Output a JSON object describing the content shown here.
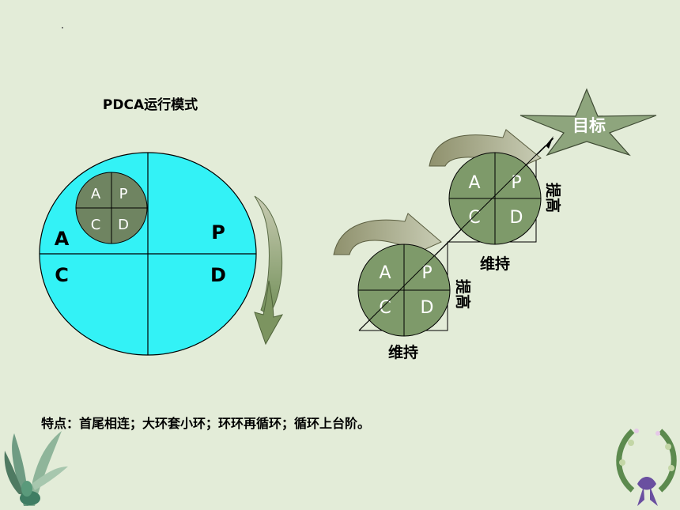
{
  "title": "PDCA运行模式",
  "big_cycle": {
    "letters": [
      "A",
      "P",
      "C",
      "D"
    ]
  },
  "small_cycle": {
    "letters": [
      "A",
      "P",
      "C",
      "D"
    ]
  },
  "stairs": {
    "lower_circle": [
      "A",
      "P",
      "C",
      "D"
    ],
    "upper_circle": [
      "A",
      "P",
      "C",
      "D"
    ],
    "maintain_label": "维持",
    "improve_label": "提高",
    "goal_label": "目标"
  },
  "features_text": "特点：首尾相连；大环套小环；环环再循环；循环上台阶。",
  "colors": {
    "background": "#e3ecd8",
    "big_circle": "#33f2f6",
    "small_circle": "#6f8461",
    "star": "#8ea57d",
    "curved_arrow": "#b4b99a",
    "dark_arrow": "#7c9460"
  },
  "icons": [
    "plant-decoration-icon",
    "wreath-decoration-icon"
  ]
}
